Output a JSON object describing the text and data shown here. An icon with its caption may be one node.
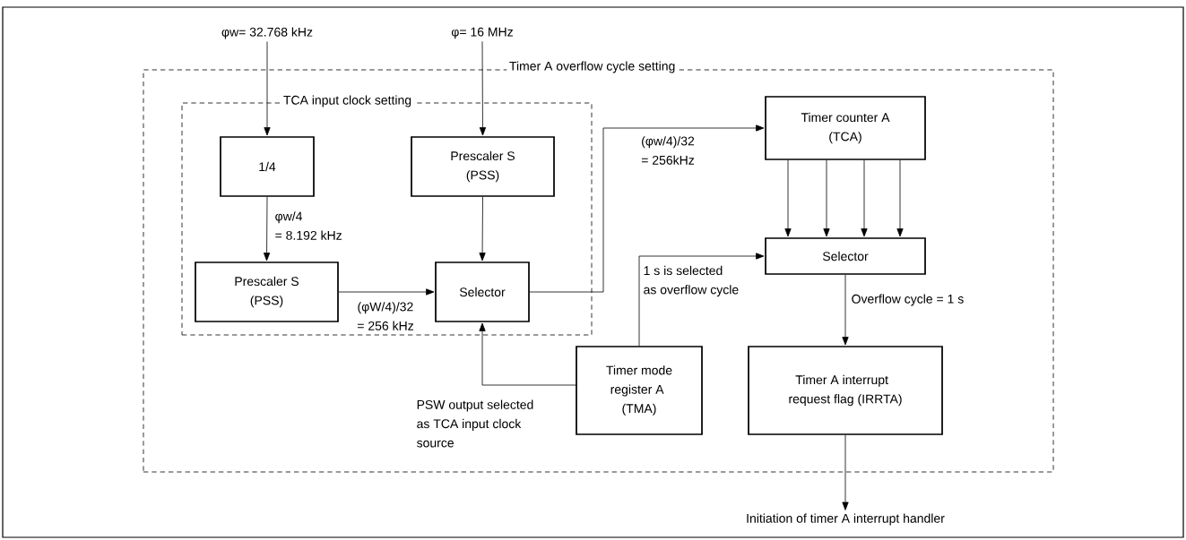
{
  "diagram": {
    "nodes": [
      {
        "text": [
          "Timer A overflow cycle setting"
        ]
      },
      {
        "text": [
          "TCA input clock setting"
        ],
        "in": 0
      },
      {
        "text": [
          "1/4"
        ],
        "in": 1
      },
      {
        "text": [
          "Prescaler S (PSS)"
        ],
        "in": 1
      },
      {
        "text": [
          "Prescaler S (PSS)"
        ],
        "in": 1
      },
      {
        "text": [
          "Selector"
        ],
        "in": 1
      },
      {
        "text": [
          "Timer counter A (TCA)"
        ],
        "in": 0
      },
      {
        "text": [
          "Selector"
        ],
        "in": 0
      },
      {
        "text": [
          "Timer mode register A (TMA)"
        ],
        "in": 0
      },
      {
        "text": [
          "Timer A interrupt request flag (IRRTA)"
        ],
        "in": 0
      },
      {
        "text": [
          "φw= 32.768 kHz"
        ]
      },
      {
        "text": [
          "φ= 16 MHz"
        ]
      },
      {
        "text": [
          "Initiation of timer A interrupt handler"
        ]
      }
    ],
    "edges": [
      {
        "from": 10,
        "to": 2,
        "arrow": "to"
      },
      {
        "from": 11,
        "to": 3,
        "arrow": "to"
      },
      {
        "from": 2,
        "to": 4,
        "arrow": "to",
        "label": "φw/4 = 8.192 kHz"
      },
      {
        "from": 3,
        "to": 5,
        "arrow": "to"
      },
      {
        "from": 4,
        "to": 5,
        "arrow": "to",
        "label": "(φW/4)/32 = 256 kHz"
      },
      {
        "from": 5,
        "to": 6,
        "arrow": "to",
        "label": "(φw/4)/32 = 256kHz"
      },
      {
        "from": 6,
        "to": 7,
        "arrow": "to"
      },
      {
        "from": 6,
        "to": 7,
        "arrow": "to"
      },
      {
        "from": 6,
        "to": 7,
        "arrow": "to"
      },
      {
        "from": 6,
        "to": 7,
        "arrow": "to"
      },
      {
        "from": 8,
        "to": 5,
        "arrow": "to",
        "label": "PSW output selected as TCA input clock source"
      },
      {
        "from": 8,
        "to": 7,
        "arrow": "to",
        "label": "1 s is selected as overflow cycle"
      },
      {
        "from": 7,
        "to": 9,
        "arrow": "to",
        "label": "Overflow cycle = 1 s"
      },
      {
        "from": 9,
        "to": 12,
        "arrow": "to"
      }
    ]
  }
}
